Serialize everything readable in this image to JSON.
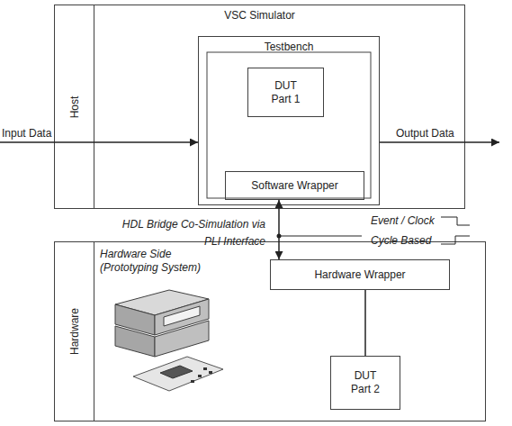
{
  "diagram": {
    "nodes": [
      {
        "text": [
          "VSC Simulator"
        ]
      },
      {
        "text": [
          "Host"
        ],
        "in": 0
      },
      {
        "text": [
          "Testbench"
        ],
        "in": 0
      },
      {
        "text": [
          "DUT Part 1"
        ],
        "in": 2
      },
      {
        "text": [
          "Software Wrapper"
        ],
        "in": 2
      },
      {
        "text": [
          "Hardware Side (Prototyping System)"
        ]
      },
      {
        "text": [
          "Hardware"
        ],
        "in": 5
      },
      {
        "text": [
          "Hardware Wrapper"
        ],
        "in": 5
      },
      {
        "text": [
          "DUT Part 2"
        ],
        "in": 5
      }
    ],
    "edges": [
      {
        "from": 1,
        "to": 2,
        "arrow": "to"
      },
      {
        "from": 4,
        "to": 7,
        "arrow": "both"
      },
      {
        "from": 7,
        "to": 8,
        "arrow": "none"
      }
    ],
    "labels": [
      "Input Data",
      "Output Data",
      "HDL Bridge Co-Simulation via PLI Interface",
      "Event / Clock",
      "Cycle Based"
    ]
  }
}
